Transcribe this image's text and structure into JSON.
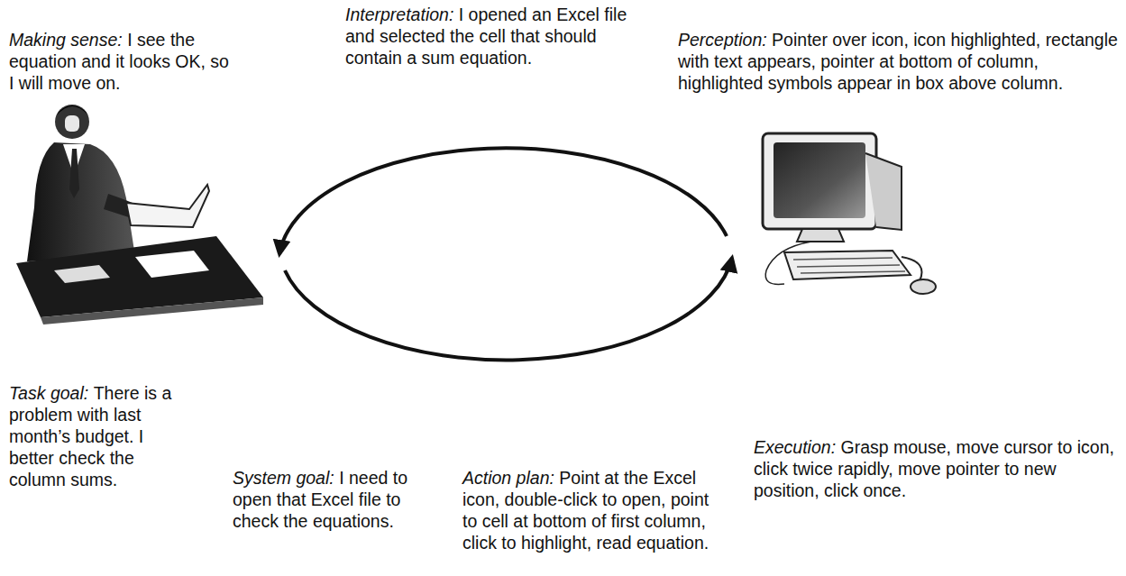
{
  "diagram": {
    "labels": [
      "Interpretation:",
      "I opened an Excel file and selected the cell that should contain a sum equation.",
      "Making sense:",
      "I see the equation and it looks OK, so I will move on.",
      "Perception:",
      "Pointer over icon, icon highlighted, rectangle with text appears, pointer at bottom of column, highlighted symbols appear in box above column.",
      "Task goal:",
      "There is a problem with last month’s budget. I better check the column sums.",
      "System goal:",
      "I need to open that Excel file to check the equations.",
      "Action plan:",
      "Point at the Excel icon, double-click to open, point to cell at bottom of first column, click to highlight, read equation.",
      "Execution:",
      "Grasp mouse, move cursor to icon, click twice rapidly, move pointer to new position, click once."
    ]
  }
}
